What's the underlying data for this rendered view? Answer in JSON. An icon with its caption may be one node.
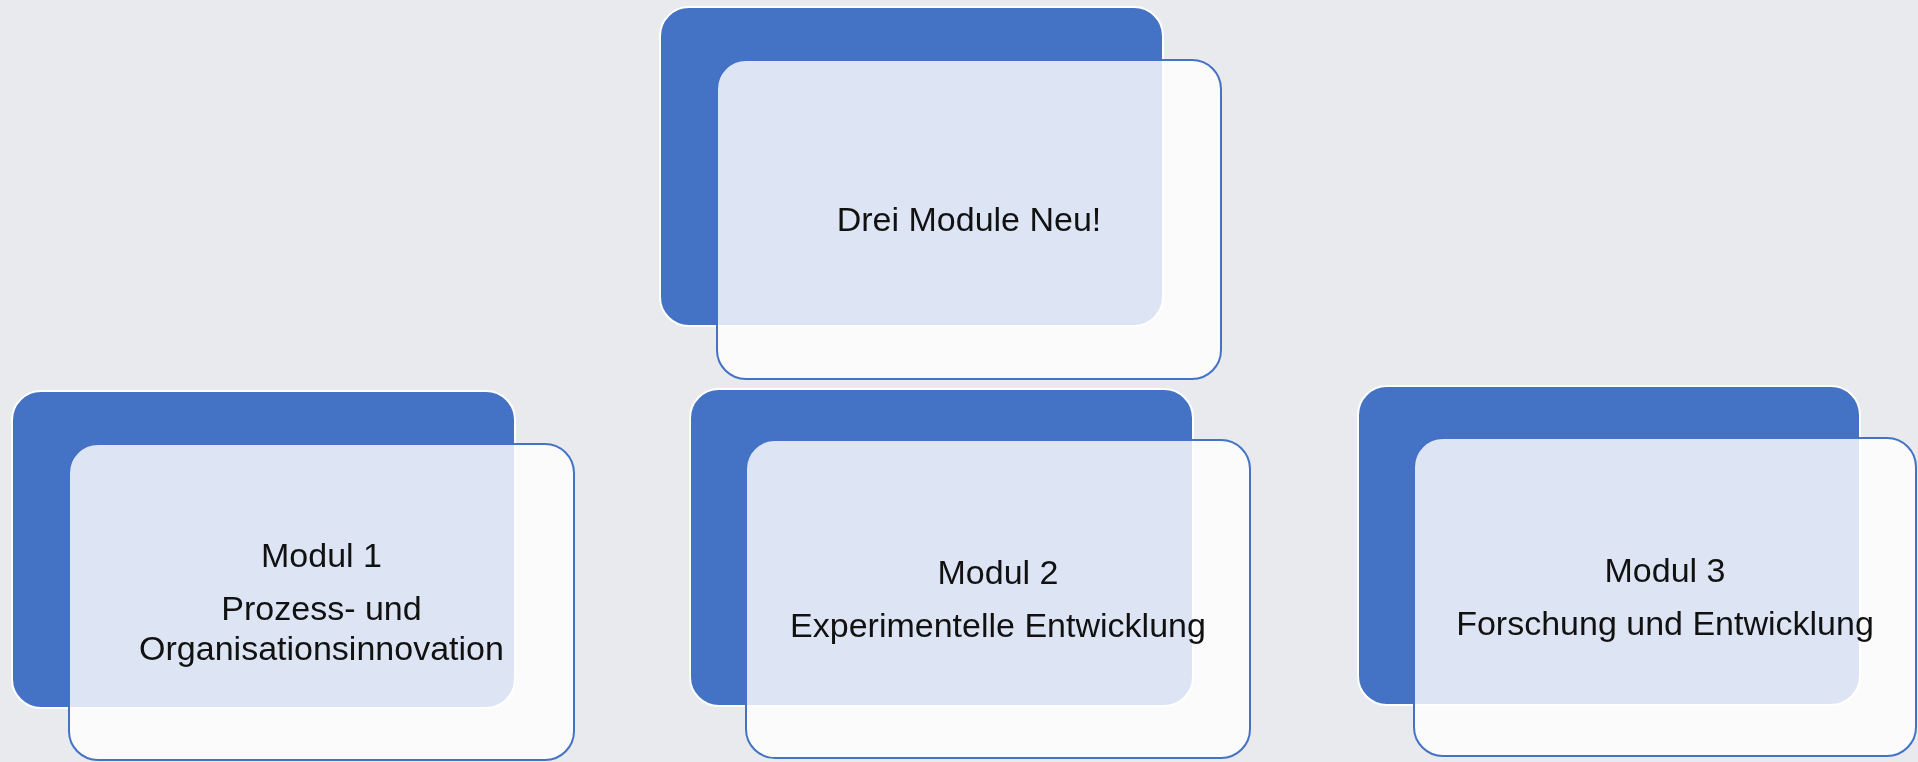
{
  "diagram": {
    "nodes": [
      {
        "text": [
          "Drei Module Neu!"
        ]
      },
      {
        "text": [
          "Modul 1",
          "Prozess- und Organisationsinnovation"
        ]
      },
      {
        "text": [
          "Modul 2",
          "Experimentelle Entwicklung"
        ]
      },
      {
        "text": [
          "Modul 3",
          "Forschung und Entwicklung"
        ]
      }
    ],
    "edges": []
  }
}
